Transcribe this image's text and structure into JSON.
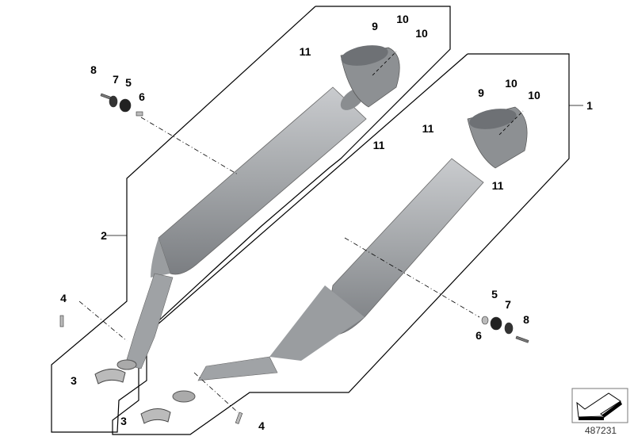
{
  "callouts": {
    "top_muffler": {
      "end_cap": "9",
      "screw_a": "10",
      "screw_b": "10",
      "screw_top": "11",
      "bolt": "8",
      "washer": "7",
      "rubber_mount": "5",
      "sleeve": "6",
      "screw_bottom": "11",
      "assembly": "2",
      "stud": "4",
      "clamp": "3"
    },
    "bottom_muffler": {
      "assembly": "1",
      "end_cap": "9",
      "screw_a": "10",
      "screw_b": "10",
      "screw_top": "11",
      "screw_bottom": "11",
      "rubber_mount": "5",
      "washer": "7",
      "bolt": "8",
      "sleeve": "6",
      "clamp": "3",
      "stud": "4"
    }
  },
  "diagram_number": "487231",
  "colors": {
    "part_fill": "#a9abae",
    "part_shade": "#7d8084",
    "outline": "#000000"
  },
  "icons": [
    "direction-arrow-icon"
  ]
}
